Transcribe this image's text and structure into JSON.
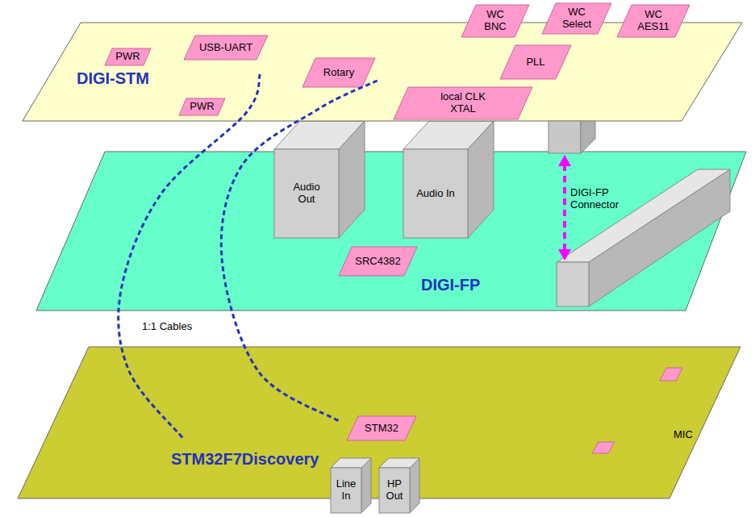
{
  "diagram": {
    "nodes": [
      {
        "text": [
          "DIGI-STM"
        ]
      },
      {
        "text": [
          "PWR"
        ],
        "in": 0
      },
      {
        "text": [
          "USB-UART"
        ],
        "in": 0
      },
      {
        "text": [
          "PWR"
        ],
        "in": 0
      },
      {
        "text": [
          "Rotary"
        ],
        "in": 0
      },
      {
        "text": [
          "WC BNC"
        ],
        "in": 0
      },
      {
        "text": [
          "WC Select"
        ],
        "in": 0
      },
      {
        "text": [
          "PLL"
        ],
        "in": 0
      },
      {
        "text": [
          "WC AES11"
        ],
        "in": 0
      },
      {
        "text": [
          "local CLK XTAL"
        ],
        "in": 0
      },
      {
        "text": [
          "DIGI-FP"
        ]
      },
      {
        "text": [
          "Audio Out"
        ],
        "in": 10
      },
      {
        "text": [
          "Audio In"
        ],
        "in": 10
      },
      {
        "text": [
          "DIGI-FP Connector"
        ],
        "in": 10
      },
      {
        "text": [
          "SRC4382"
        ],
        "in": 10
      },
      {
        "text": [
          "STM32F7Discovery"
        ]
      },
      {
        "text": [
          "STM32"
        ],
        "in": 15
      },
      {
        "text": [
          "Line In"
        ],
        "in": 15
      },
      {
        "text": [
          "HP Out"
        ],
        "in": 15
      }
    ],
    "edges": [
      {
        "from": 0,
        "to": 15,
        "arrow": "none",
        "label": "1:1 Cables"
      },
      {
        "from": 0,
        "to": 15,
        "arrow": "none"
      },
      {
        "from": 0,
        "to": 13,
        "arrow": "both"
      }
    ],
    "labels": [
      "MIC"
    ]
  }
}
